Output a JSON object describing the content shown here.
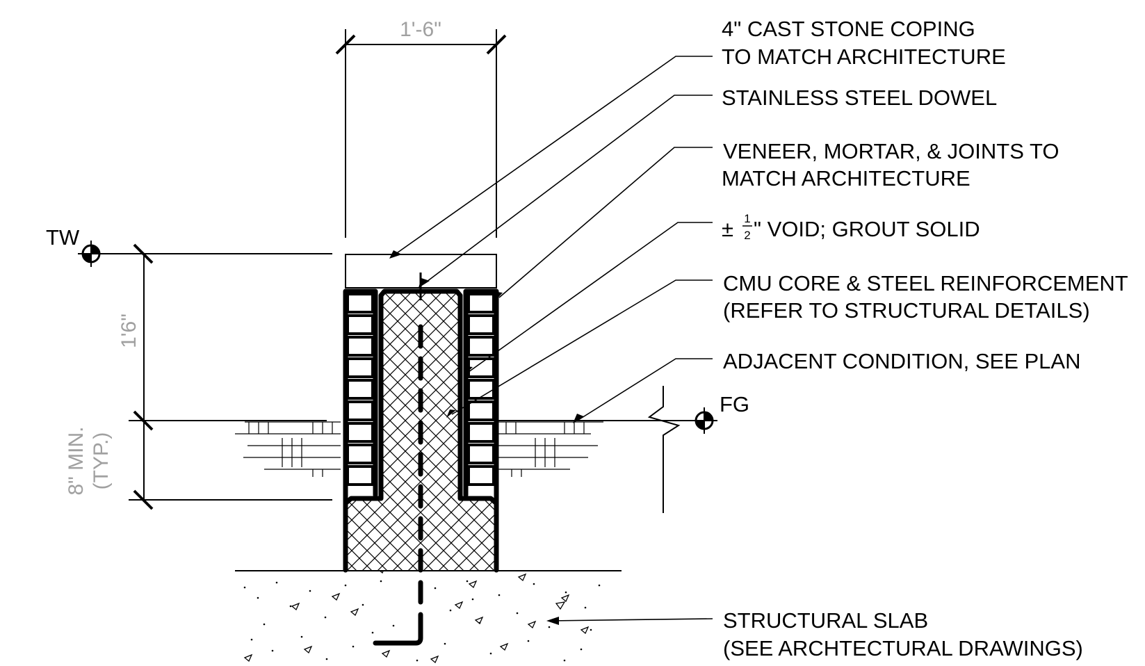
{
  "dimensions": {
    "top_width": "1'-6\"",
    "wall_height": "1'6\"",
    "footing_depth_line1": "8\" MIN.",
    "footing_depth_line2": "(TYP.)"
  },
  "markers": {
    "top_of_wall": "TW",
    "finish_grade": "FG"
  },
  "callouts": {
    "coping_line1": "4\" CAST STONE COPING",
    "coping_line2": "TO MATCH ARCHITECTURE",
    "dowel": "STAINLESS STEEL DOWEL",
    "veneer_line1": "VENEER, MORTAR, & JOINTS TO",
    "veneer_line2": "MATCH ARCHITECTURE",
    "void_prefix": "±",
    "void_numerator": "1",
    "void_denominator": "2",
    "void_suffix": "\" VOID; GROUT SOLID",
    "cmu_line1": "CMU CORE & STEEL REINFORCEMENT",
    "cmu_line2": "(REFER TO  STRUCTURAL DETAILS)",
    "adjacent": "ADJACENT CONDITION, SEE PLAN",
    "slab_line1": "STRUCTURAL SLAB",
    "slab_line2": "(SEE ARCHTECTURAL DRAWINGS)"
  }
}
